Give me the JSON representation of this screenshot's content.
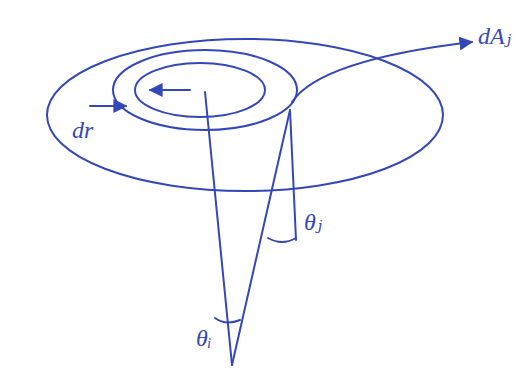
{
  "diagram": {
    "labels": [
      "dAⱼ",
      "dr",
      "θⱼ",
      "θᵢ"
    ]
  }
}
